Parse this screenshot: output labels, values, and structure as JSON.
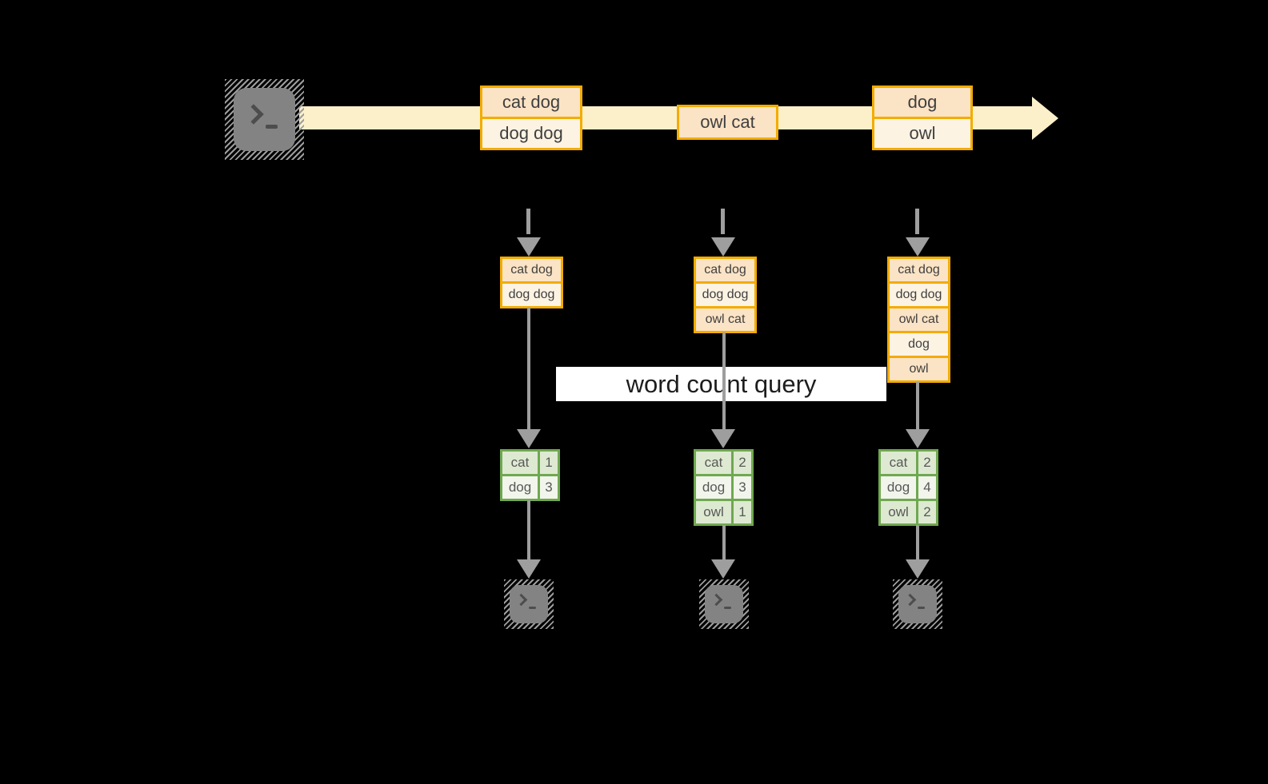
{
  "query_label": "word count query",
  "stream": {
    "batches": [
      [
        "cat dog",
        "dog dog"
      ],
      [
        "owl cat"
      ],
      [
        "dog",
        "owl"
      ]
    ]
  },
  "columns": [
    {
      "buffer": [
        "cat dog",
        "dog dog"
      ],
      "counts": [
        [
          "cat",
          "1"
        ],
        [
          "dog",
          "3"
        ]
      ]
    },
    {
      "buffer": [
        "cat dog",
        "dog dog",
        "owl cat"
      ],
      "counts": [
        [
          "cat",
          "2"
        ],
        [
          "dog",
          "3"
        ],
        [
          "owl",
          "1"
        ]
      ]
    },
    {
      "buffer": [
        "cat dog",
        "dog dog",
        "owl cat",
        "dog",
        "owl"
      ],
      "counts": [
        [
          "cat",
          "2"
        ],
        [
          "dog",
          "4"
        ],
        [
          "owl",
          "2"
        ]
      ]
    }
  ],
  "colors": {
    "orange_border": "#f3ac00",
    "peach_fill": "#fbe3c5",
    "cream_fill": "#fdf3e3",
    "stream_band": "#fcf0cb",
    "green_border": "#6fa850",
    "green_fill_dark": "#dee9d2",
    "green_fill_light": "#f1f5eb",
    "arrow_gray": "#9e9e9e",
    "text_dark": "#3f3f3f"
  }
}
